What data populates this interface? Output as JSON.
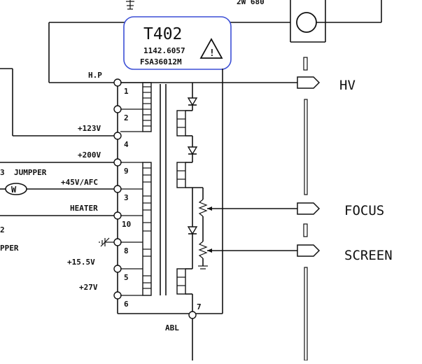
{
  "transformer": {
    "ref": "T402",
    "part_number": "1142.6057",
    "model": "FSA36012M",
    "warning_icon": "warning-triangle-icon",
    "highlight_color": "#3c4fd6"
  },
  "pins": {
    "hp": {
      "net": "H.P",
      "num": "1"
    },
    "p2": {
      "num": "2"
    },
    "p123": {
      "net": "+123V",
      "num": "4"
    },
    "p200": {
      "net": "+200V",
      "num": "9"
    },
    "p45": {
      "net": "+45V/AFC",
      "num": "3"
    },
    "heater": {
      "net": "HEATER",
      "num": "10"
    },
    "p8": {
      "num": "8"
    },
    "p15": {
      "net": "+15.5V",
      "num": "5"
    },
    "p27": {
      "net": "+27V",
      "num": "6"
    },
    "abl": {
      "net": "ABL",
      "num": "7"
    }
  },
  "outputs": {
    "hv": "HV",
    "focus": "FOCUS",
    "screen": "SCREEN"
  },
  "left_labels": {
    "jumper_num": "3",
    "jumper": "JUMPPER",
    "jumper_mark": "W",
    "num2": "2",
    "pper": "PPER"
  },
  "top_labels": {
    "partial": "2W 680"
  }
}
